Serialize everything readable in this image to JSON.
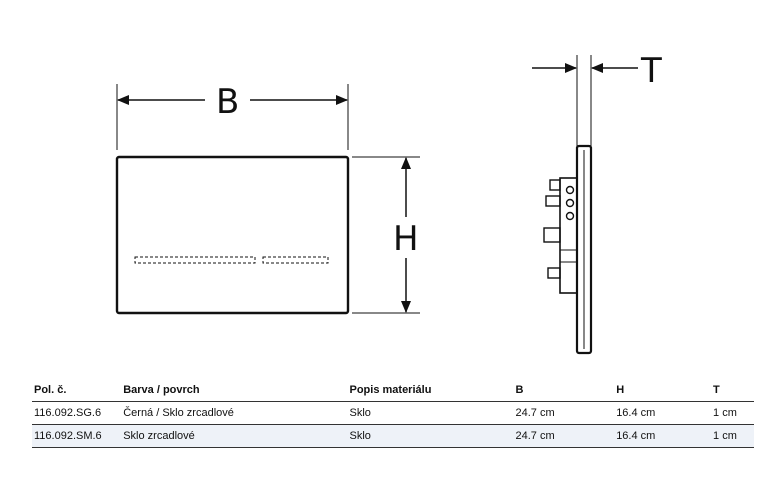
{
  "drawing": {
    "labels": {
      "width": "B",
      "height": "H",
      "depth": "T"
    }
  },
  "table": {
    "headers": [
      "Pol. č.",
      "Barva / povrch",
      "Popis materiálu",
      "B",
      "H",
      "T"
    ],
    "rows": [
      [
        "116.092.SG.6",
        "Černá / Sklo zrcadlové",
        "Sklo",
        "24.7 cm",
        "16.4 cm",
        "1 cm"
      ],
      [
        "116.092.SM.6",
        "Sklo zrcadlové",
        "Sklo",
        "24.7 cm",
        "16.4 cm",
        "1 cm"
      ]
    ]
  }
}
